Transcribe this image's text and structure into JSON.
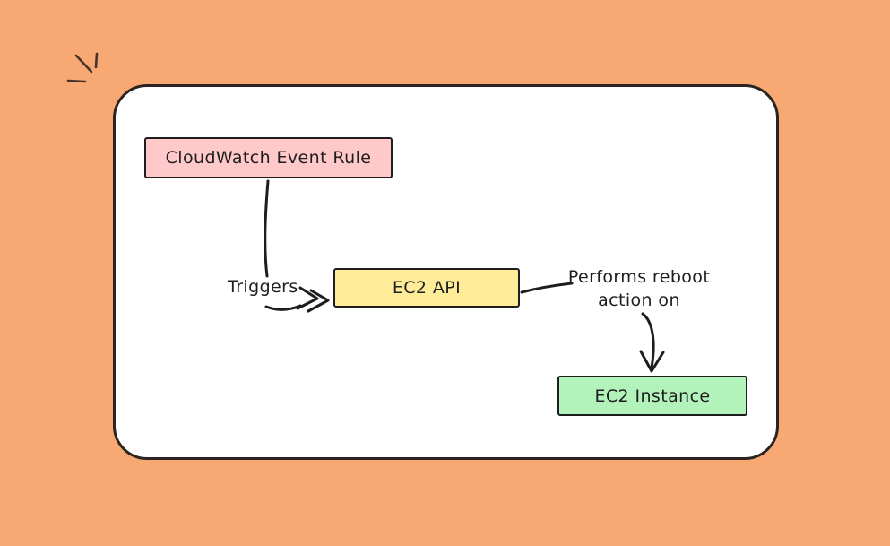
{
  "title": "CloudWatch EC2 reboot flow diagram",
  "colors": {
    "background": "#f7a873",
    "panel_fill": "#ffffff",
    "panel_stroke": "#2b2420",
    "ink": "#1e1e1e",
    "sparkle": "#46342a"
  },
  "diagram": {
    "nodes": [
      {
        "id": "cloudwatch-event-rule",
        "label": "CloudWatch Event Rule",
        "fill": "#ffc9c9"
      },
      {
        "id": "ec2-api",
        "label": "EC2 API",
        "fill": "#ffec99"
      },
      {
        "id": "ec2-instance",
        "label": "EC2 Instance",
        "fill": "#b2f2bb"
      }
    ],
    "edges": [
      {
        "from": "cloudwatch-event-rule",
        "to": "ec2-api",
        "label": "Triggers"
      },
      {
        "from": "ec2-api",
        "to": "ec2-instance",
        "label": "Performs reboot action on"
      }
    ],
    "edge_labels": {
      "triggers": "Triggers",
      "performs_line1": "Performs reboot",
      "performs_line2": "action on"
    }
  }
}
